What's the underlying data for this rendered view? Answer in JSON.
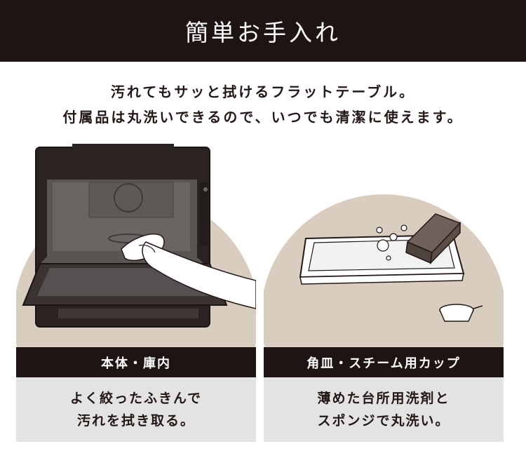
{
  "header": {
    "title": "簡単お手入れ"
  },
  "intro": {
    "line1": "汚れてもサッと拭けるフラットテーブル。",
    "line2": "付属品は丸洗いできるので、いつでも清潔に使えます。"
  },
  "panels": [
    {
      "label": "本体・庫内",
      "desc_line1": "よく絞ったふきんで",
      "desc_line2": "汚れを拭き取る。"
    },
    {
      "label": "角皿・スチーム用カップ",
      "desc_line1": "薄めた台所用洗剤と",
      "desc_line2": "スポンジで丸洗い。"
    }
  ],
  "colors": {
    "dark": "#1e1413",
    "beige": "#d9cdc0",
    "gray": "#e3e3e3",
    "text": "#231815"
  }
}
